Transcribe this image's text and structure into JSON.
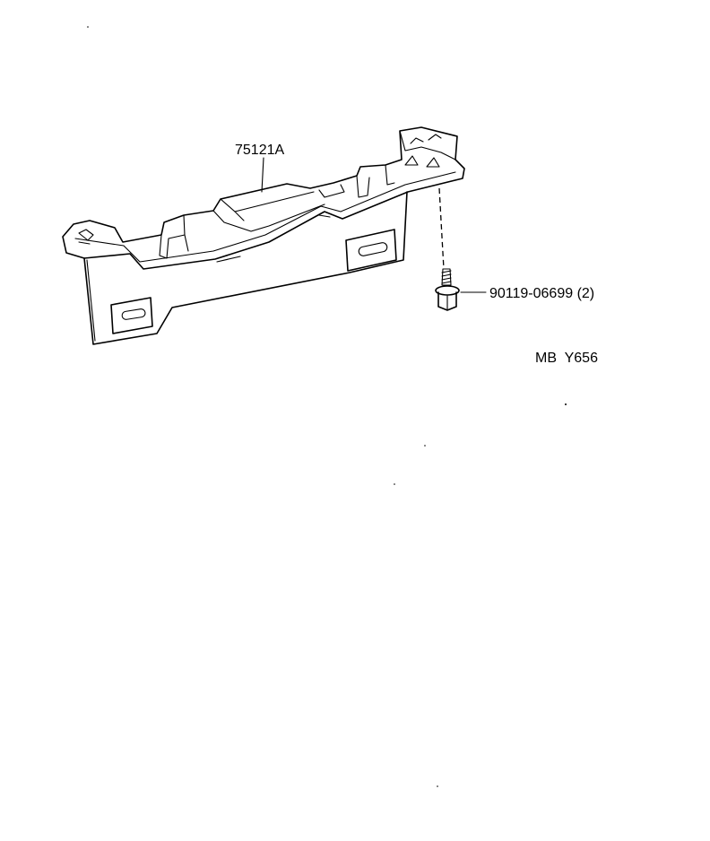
{
  "parts": {
    "bracket": {
      "part_number": "75121A",
      "icon": "bracket-icon"
    },
    "screw": {
      "part_number": "90119-06699 (2)",
      "icon": "screw-icon"
    }
  },
  "figure_code": "MB  Y656"
}
